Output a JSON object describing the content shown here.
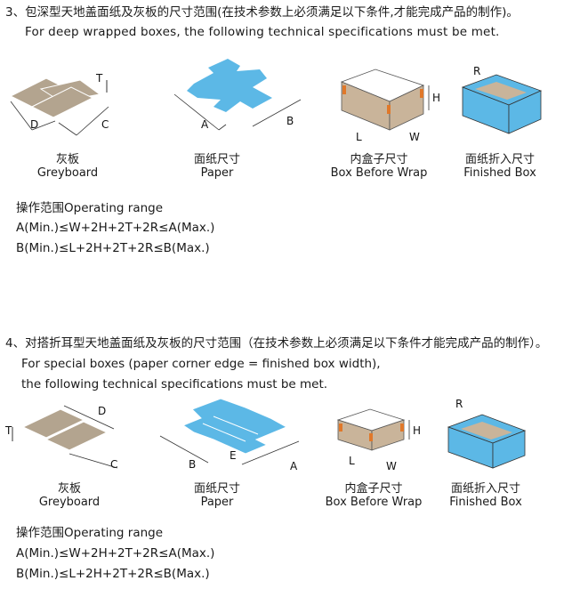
{
  "section3": {
    "heading": "3、包深型天地盖面纸及灰板的尺寸范围(在技术参数上必须满足以下条件,才能完成产品的制作)。",
    "subheading": "For deep wrapped boxes, the following technical specifications must be met.",
    "figures": [
      {
        "cn": "灰板",
        "en": "Greyboard"
      },
      {
        "cn": "面纸尺寸",
        "en": "Paper"
      },
      {
        "cn": "内盒子尺寸",
        "en": "Box Before Wrap"
      },
      {
        "cn": "面纸折入尺寸",
        "en": "Finished Box"
      }
    ],
    "labels": {
      "T": "T",
      "D": "D",
      "C": "C",
      "A": "A",
      "B": "B",
      "H": "H",
      "L": "L",
      "W": "W",
      "R": "R"
    },
    "operating_range_title": "操作范围Operating range",
    "formula_a": "A(Min.)≤W+2H+2T+2R≤A(Max.)",
    "formula_b": "B(Min.)≤L+2H+2T+2R≤B(Max.)"
  },
  "section4": {
    "heading": "4、对搭折耳型天地盖面纸及灰板的尺寸范围（在技术参数上必须满足以下条件才能完成产品的制作）。",
    "subheading_1": "For special boxes (paper corner edge = finished box width),",
    "subheading_2": "the following technical specifications must be met.",
    "figures": [
      {
        "cn": "灰板",
        "en": "Greyboard"
      },
      {
        "cn": "面纸尺寸",
        "en": "Paper"
      },
      {
        "cn": "内盒子尺寸",
        "en": "Box Before Wrap"
      },
      {
        "cn": "面纸折入尺寸",
        "en": "Finished Box"
      }
    ],
    "labels": {
      "T": "T",
      "D": "D",
      "C": "C",
      "A": "A",
      "B": "B",
      "E": "E",
      "H": "H",
      "L": "L",
      "W": "W",
      "R": "R"
    },
    "operating_range_title": "操作范围Operating range",
    "formula_a": "A(Min.)≤W+2H+2T+2R≤A(Max.)",
    "formula_b": "B(Min.)≤L+2H+2T+2R≤B(Max.)"
  },
  "colors": {
    "greyboard": "#b3a48f",
    "paper_blue": "#5cb8e6",
    "box_tan": "#c9b49a",
    "corner_orange": "#e0782a",
    "finished_blue": "#5cb8e6"
  }
}
